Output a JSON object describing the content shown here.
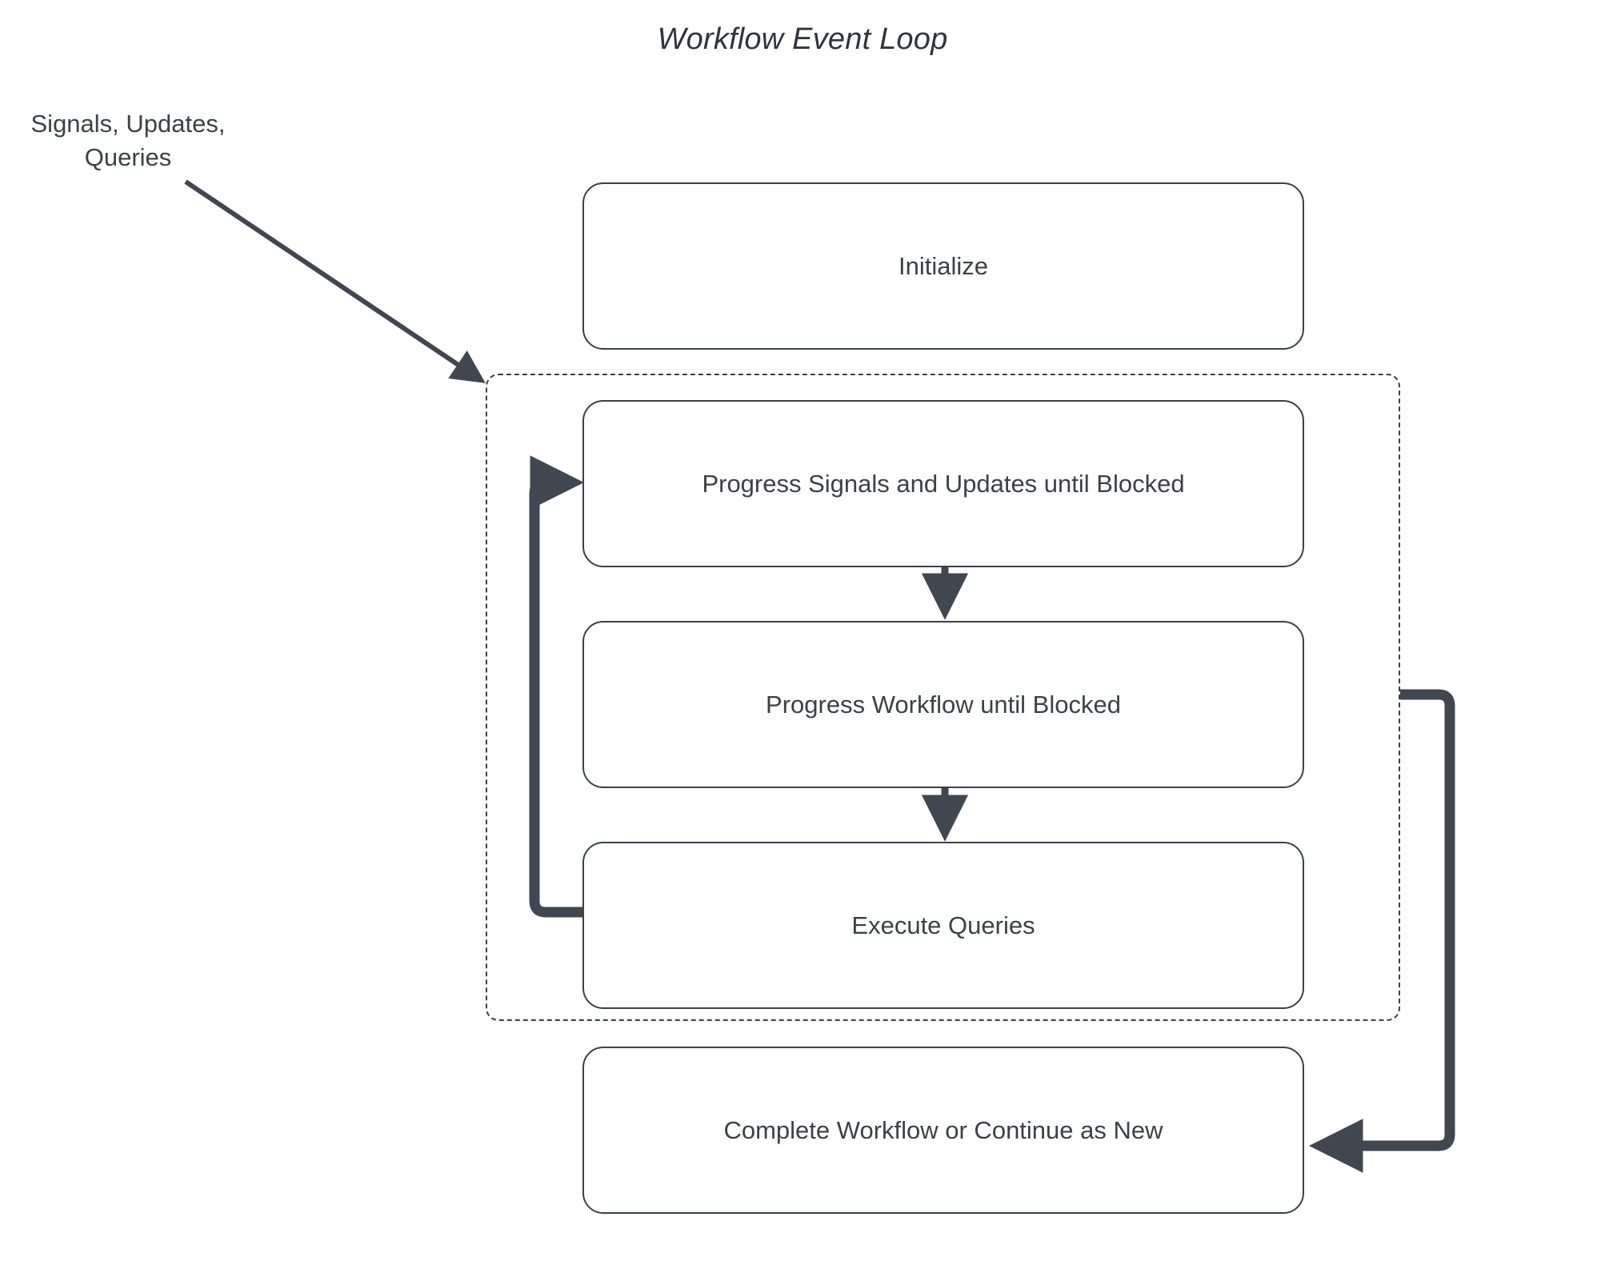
{
  "title": "Workflow Event Loop",
  "external_label": {
    "line1": "Signals, Updates,",
    "line2": "Queries"
  },
  "colors": {
    "stroke": "#3c4149",
    "arrow": "#414751",
    "text": "#3c4149",
    "background": "#ffffff"
  },
  "nodes": [
    {
      "id": "initialize",
      "label": "Initialize"
    },
    {
      "id": "progress-signals",
      "label": "Progress Signals and Updates until Blocked"
    },
    {
      "id": "progress-workflow",
      "label": "Progress Workflow until Blocked"
    },
    {
      "id": "execute-queries",
      "label": "Execute Queries"
    },
    {
      "id": "complete-workflow",
      "label": "Complete Workflow or Continue as New"
    }
  ],
  "edges": [
    {
      "id": "signals-into-loop",
      "from": "Signals, Updates, Queries",
      "to": "event-loop-container",
      "style": "solid-arrow"
    },
    {
      "id": "signals-to-workflow",
      "from": "Progress Signals and Updates until Blocked",
      "to": "Progress Workflow until Blocked",
      "style": "solid-arrow"
    },
    {
      "id": "workflow-to-queries",
      "from": "Progress Workflow until Blocked",
      "to": "Execute Queries",
      "style": "solid-arrow"
    },
    {
      "id": "queries-loop-back",
      "from": "Execute Queries",
      "to": "Progress Signals and Updates until Blocked",
      "style": "thick-loop-arrow"
    },
    {
      "id": "loop-to-complete",
      "from": "event-loop-container",
      "to": "Complete Workflow or Continue as New",
      "style": "thick-loop-arrow"
    }
  ],
  "container": {
    "id": "event-loop-container",
    "style": "dashed"
  },
  "chart_data": {
    "type": "diagram",
    "title": "Workflow Event Loop",
    "nodes": [
      "Initialize",
      "Progress Signals and Updates until Blocked",
      "Progress Workflow until Blocked",
      "Execute Queries",
      "Complete Workflow or Continue as New"
    ],
    "grouped_in_loop": [
      "Progress Signals and Updates until Blocked",
      "Progress Workflow until Blocked",
      "Execute Queries"
    ],
    "external_inputs": [
      "Signals, Updates, Queries"
    ]
  }
}
